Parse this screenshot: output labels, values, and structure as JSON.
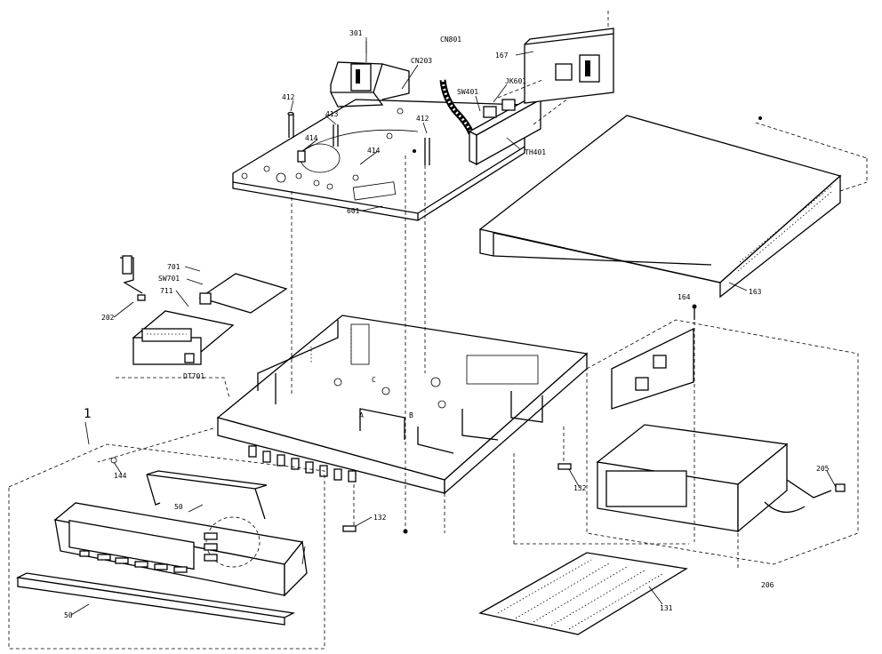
{
  "diagram": {
    "group_marker": "1",
    "labels": {
      "l301": "301",
      "cn801": "CN801",
      "l167": "167",
      "cn203": "CN203",
      "l412a": "412",
      "l413": "413",
      "sw401": "SW401",
      "jk601": "JK601",
      "l414a": "414",
      "l412b": "412",
      "l414b": "414",
      "th401": "TH401",
      "l601": "601",
      "l701": "701",
      "sw701": "SW701",
      "l711": "711",
      "l202": "202",
      "dt701": "DT701",
      "l163": "163",
      "l164": "164",
      "l144": "144",
      "l50a": "50",
      "l132a": "132",
      "l132b": "132",
      "l50b": "50",
      "l205": "205",
      "l206": "206",
      "l131": "131",
      "pointA": "A",
      "pointB": "B",
      "pointC": "C"
    }
  }
}
